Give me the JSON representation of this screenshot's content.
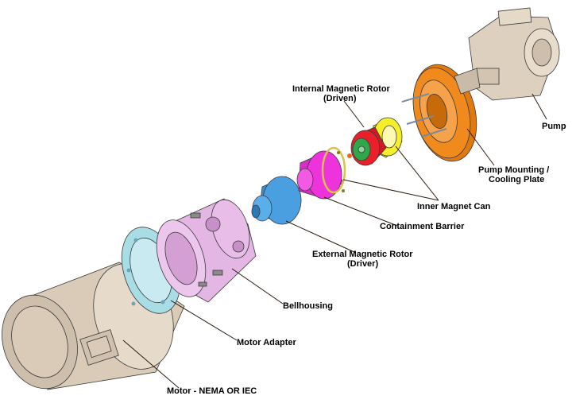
{
  "labels": {
    "internal_rotor_l1": "Internal Magnetic Rotor",
    "internal_rotor_l2": "(Driven)",
    "pump": "Pump",
    "mounting_l1": "Pump Mounting /",
    "mounting_l2": "Cooling Plate",
    "inner_can": "Inner Magnet Can",
    "barrier": "Containment Barrier",
    "external_rotor_l1": "External Magnetic Rotor",
    "external_rotor_l2": "(Driver)",
    "bellhousing": "Bellhousing",
    "adapter": "Motor Adapter",
    "motor": "Motor - NEMA OR IEC"
  },
  "colors": {
    "motor": "#d9cbb8",
    "adapter": "#a9dde6",
    "bellhousing": "#e3b6e3",
    "external_rotor": "#4a9fe0",
    "barrier": "#ee33dd",
    "inner_rotor": "#e8202a",
    "inner_can": "#f5ee2a",
    "mounting_plate": "#f08a1c",
    "pump": "#ddd0bf",
    "leader": "#2a1a10"
  }
}
